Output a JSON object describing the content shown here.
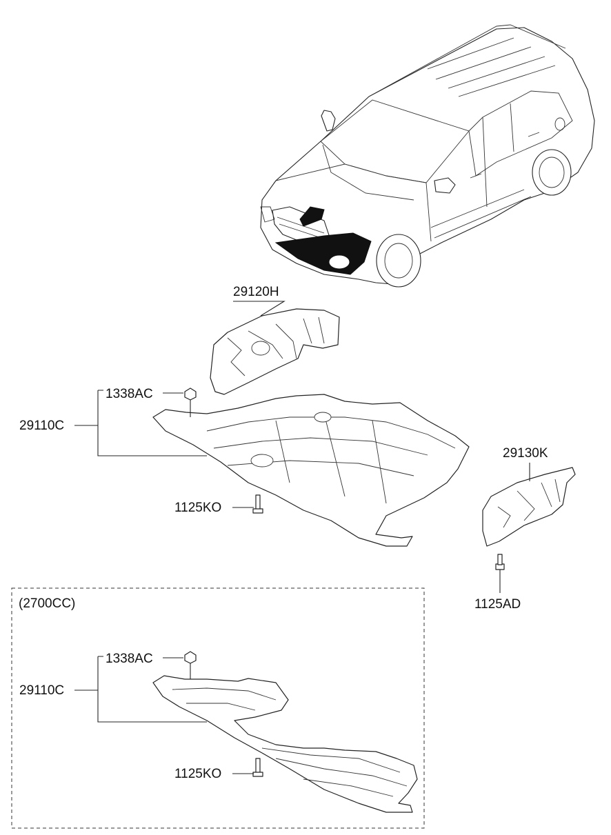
{
  "labels": {
    "engine_room_cover": "29120H",
    "nut_upper": "1338AC",
    "under_cover_upper": "29110C",
    "bolt_upper": "1125KO",
    "side_cover": "29130K",
    "side_bolt": "1125AD",
    "variant_note": "(2700CC)",
    "nut_lower": "1338AC",
    "under_cover_lower": "29110C",
    "bolt_lower": "1125KO"
  }
}
